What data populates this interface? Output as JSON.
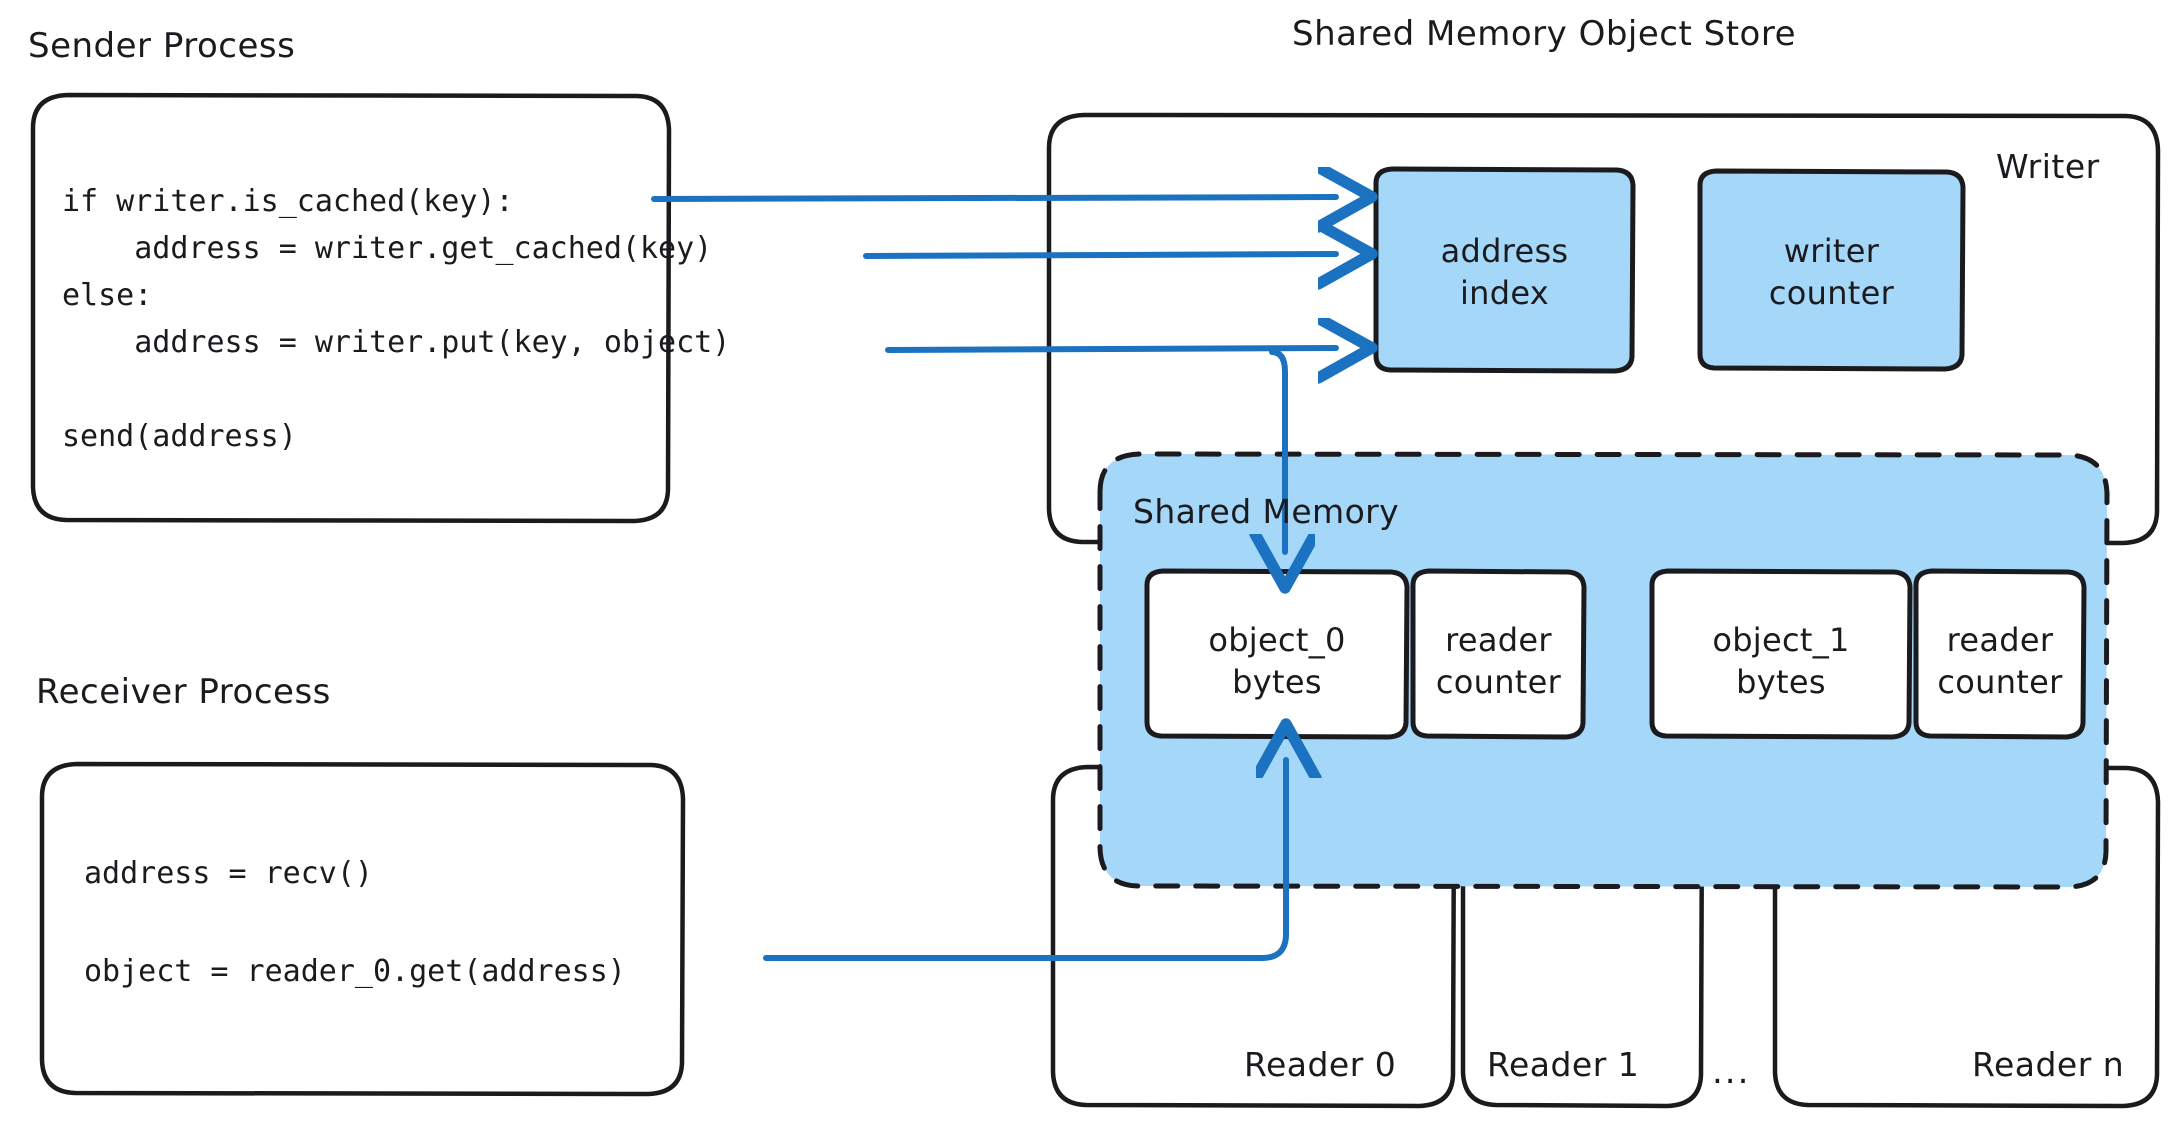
{
  "diagram": {
    "title_left": "Sender Process",
    "title_left_2": "Receiver Process",
    "title_right": "Shared Memory Object Store",
    "colors": {
      "stroke": "#1b1b1f",
      "arrow": "#1b72c0",
      "fill_blue": "#a5d8f8",
      "background": "#ffffff"
    }
  },
  "sender": {
    "label": "Sender Process",
    "code_lines": [
      "if writer.is_cached(key):",
      "    address = writer.get_cached(key)",
      "else:",
      "    address = writer.put(key, object)",
      "",
      "send(address)"
    ]
  },
  "receiver": {
    "label": "Receiver Process",
    "code_lines": [
      "address = recv()",
      "",
      "object = reader_0.get(address)"
    ]
  },
  "store": {
    "label": "Shared Memory Object Store",
    "writer": {
      "label": "Writer",
      "blocks": [
        {
          "line1": "address",
          "line2": "index"
        },
        {
          "line1": "writer",
          "line2": "counter"
        }
      ]
    },
    "shared_memory": {
      "label": "Shared Memory",
      "slots": [
        {
          "object": {
            "line1": "object_0",
            "line2": "bytes"
          },
          "counter": {
            "line1": "reader",
            "line2": "counter"
          }
        },
        {
          "object": {
            "line1": "object_1",
            "line2": "bytes"
          },
          "counter": {
            "line1": "reader",
            "line2": "counter"
          }
        }
      ]
    },
    "readers": [
      {
        "label": "Reader 0"
      },
      {
        "label": "Reader 1"
      },
      {
        "label": "..."
      },
      {
        "label": "Reader n"
      }
    ]
  }
}
